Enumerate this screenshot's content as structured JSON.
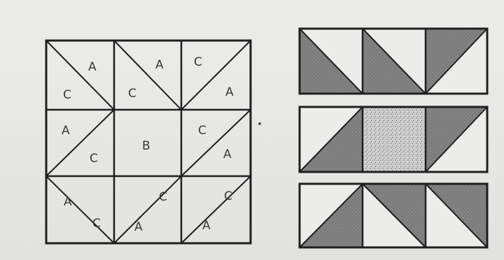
{
  "colors": {
    "paper": "#e8e8e6",
    "line": "#1f1f1f",
    "shade": "#7c7c7c",
    "shade_dots": "#a0a0a0",
    "speckle_bg": "#d2d2d2",
    "speckle_dots": "#6a6a6a"
  },
  "block_labels": {
    "r1c1": [
      "A",
      "C"
    ],
    "r1c2": [
      "A",
      "C"
    ],
    "r1c3": [
      "C",
      "A"
    ],
    "r2c1": [
      "A",
      "C"
    ],
    "r2c2": [
      "B"
    ],
    "r2c3": [
      "C",
      "A"
    ],
    "r3c1": [
      "A",
      "C"
    ],
    "r3c2": [
      "C",
      "A"
    ],
    "r3c3": [
      "C",
      "A"
    ]
  }
}
